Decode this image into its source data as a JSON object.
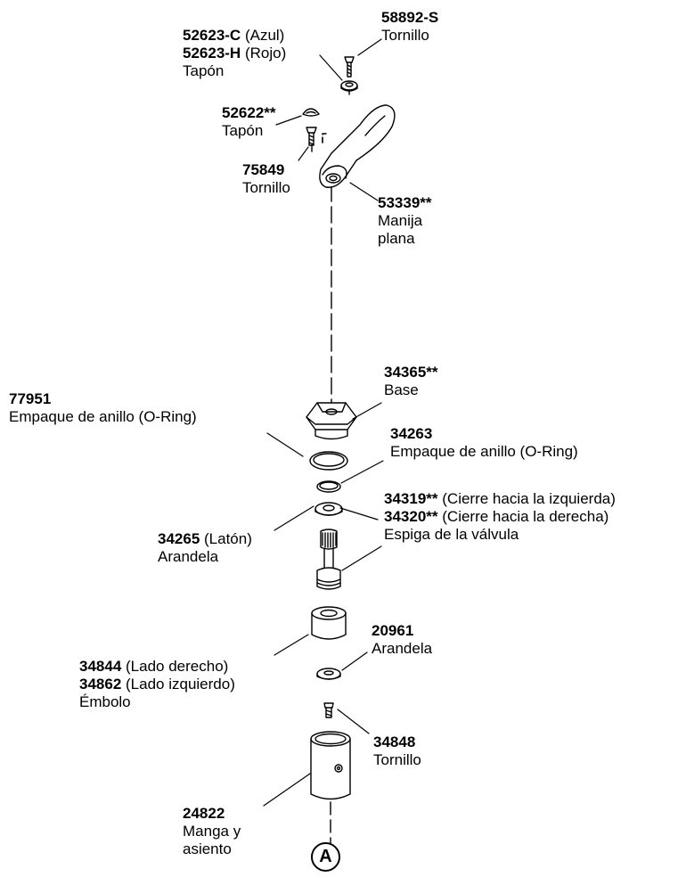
{
  "parts": [
    {
      "id": "screw-top",
      "lines": [
        {
          "part": "58892-S",
          "note": ""
        }
      ],
      "name": "Tornillo"
    },
    {
      "id": "cap-color",
      "lines": [
        {
          "part": "52623-C",
          "note": "(Azul)"
        },
        {
          "part": "52623-H",
          "note": "(Rojo)"
        }
      ],
      "name": "Tapón"
    },
    {
      "id": "cap-small",
      "lines": [
        {
          "part": "52622**",
          "note": ""
        }
      ],
      "name": "Tapón"
    },
    {
      "id": "screw-handle",
      "lines": [
        {
          "part": "75849",
          "note": ""
        }
      ],
      "name": "Tornillo"
    },
    {
      "id": "handle",
      "lines": [
        {
          "part": "53339**",
          "note": ""
        }
      ],
      "name": "Manija",
      "name2": "plana"
    },
    {
      "id": "base",
      "lines": [
        {
          "part": "34365**",
          "note": ""
        }
      ],
      "name": "Base"
    },
    {
      "id": "oring-large",
      "lines": [
        {
          "part": "77951",
          "note": ""
        }
      ],
      "name": "Empaque de anillo (O-Ring)"
    },
    {
      "id": "oring-small",
      "lines": [
        {
          "part": "34263",
          "note": ""
        }
      ],
      "name": "Empaque de anillo (O-Ring)"
    },
    {
      "id": "stem",
      "lines": [
        {
          "part": "34319**",
          "note": "(Cierre hacia la izquierda)"
        },
        {
          "part": "34320**",
          "note": "(Cierre hacia la derecha)"
        }
      ],
      "name": "Espiga de la válvula"
    },
    {
      "id": "washer-brass",
      "lines": [
        {
          "part": "34265",
          "note": "(Latón)"
        }
      ],
      "name": "Arandela"
    },
    {
      "id": "washer",
      "lines": [
        {
          "part": "20961",
          "note": ""
        }
      ],
      "name": "Arandela"
    },
    {
      "id": "plunger",
      "lines": [
        {
          "part": "34844",
          "note": "(Lado derecho)"
        },
        {
          "part": "34862",
          "note": "(Lado izquierdo)"
        }
      ],
      "name": "Émbolo"
    },
    {
      "id": "screw-bottom",
      "lines": [
        {
          "part": "34848",
          "note": ""
        }
      ],
      "name": "Tornillo"
    },
    {
      "id": "sleeve",
      "lines": [
        {
          "part": "24822",
          "note": ""
        }
      ],
      "name": "Manga y",
      "name2": "asiento"
    }
  ],
  "callout": "A"
}
